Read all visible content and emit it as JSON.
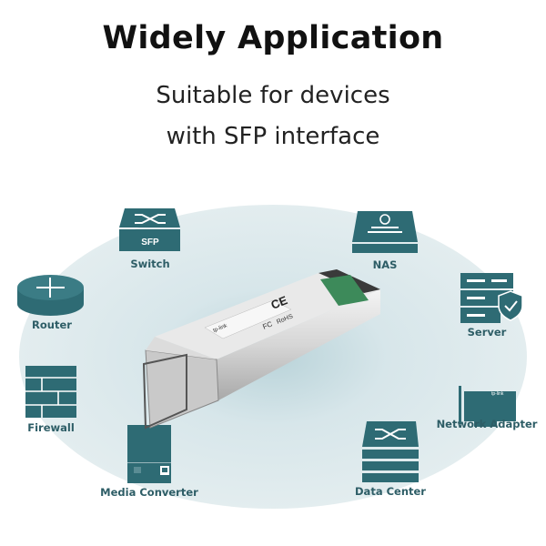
{
  "title": "Widely Application",
  "subtitle_lines": [
    "Suitable for devices",
    "with SFP interface"
  ],
  "colors": {
    "accent": "#2e6b74",
    "ellipse": "#dde9ec",
    "label": "#2d5d66"
  },
  "devices": [
    {
      "label": "Switch",
      "icon": "switch-icon",
      "badge": "SFP"
    },
    {
      "label": "NAS",
      "icon": "nas-icon"
    },
    {
      "label": "Router",
      "icon": "router-icon"
    },
    {
      "label": "Server",
      "icon": "server-shield-icon"
    },
    {
      "label": "Firewall",
      "icon": "firewall-icon"
    },
    {
      "label": "Network Adapter",
      "icon": "network-adapter-icon"
    },
    {
      "label": "Media Converter",
      "icon": "media-converter-icon"
    },
    {
      "label": "Data Center",
      "icon": "data-center-icon"
    }
  ],
  "product": {
    "image": "sfp-module",
    "brand": "tp-link",
    "marks": [
      "CE",
      "FC",
      "RoHS"
    ]
  }
}
